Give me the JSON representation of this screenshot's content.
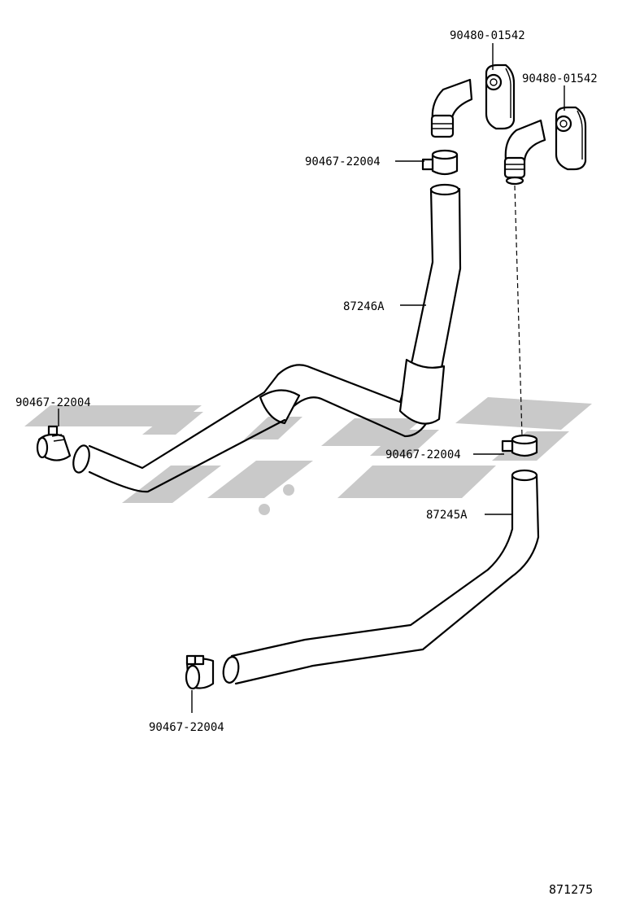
{
  "figure_id": "871275",
  "callouts": {
    "grommet_upper": "90480-01542",
    "grommet_right": "90480-01542",
    "clamp_upper": "90467-22004",
    "clamp_left": "90467-22004",
    "clamp_middle": "90467-22004",
    "clamp_bottom": "90467-22004",
    "hose_upper": "87246A",
    "hose_lower": "87245A"
  },
  "colors": {
    "line": "#000000",
    "background": "#ffffff",
    "watermark": "#c9c9c9"
  }
}
